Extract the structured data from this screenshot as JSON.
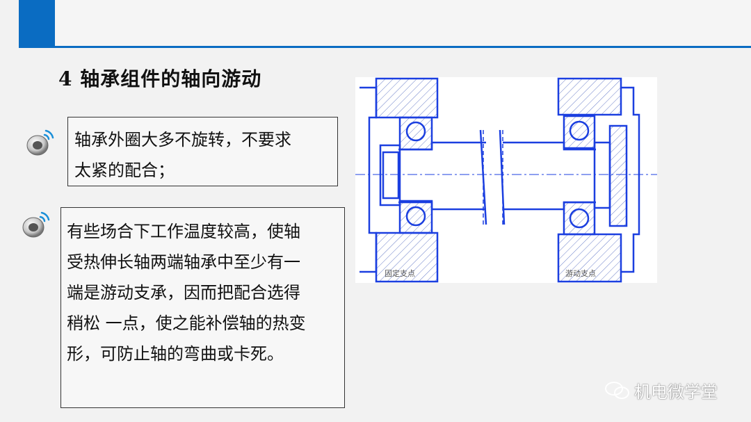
{
  "slide": {
    "title": "4 轴承组件的轴向游动",
    "points": [
      {
        "lines": [
          "轴承外圈大多不旋转，不要求",
          "太紧的配合；"
        ]
      },
      {
        "lines": [
          "有些场合下工作温度较高，使轴",
          "受热伸长轴两端轴承中至少有一",
          "端是游动支承，因而把配合选得",
          "稍松 一点，使之能补偿轴的热变",
          "形，可防止轴的弯曲或卡死。"
        ]
      }
    ]
  },
  "diagram": {
    "left_label": "固定支点",
    "right_label": "游动支点"
  },
  "watermark": {
    "icon": "wechat-icon",
    "text": "机电微学堂"
  },
  "colors": {
    "accent": "#0a6cc2",
    "drawing_line": "#1b3fe0"
  },
  "icons": {
    "bullet": "speaker-bullet-icon"
  }
}
